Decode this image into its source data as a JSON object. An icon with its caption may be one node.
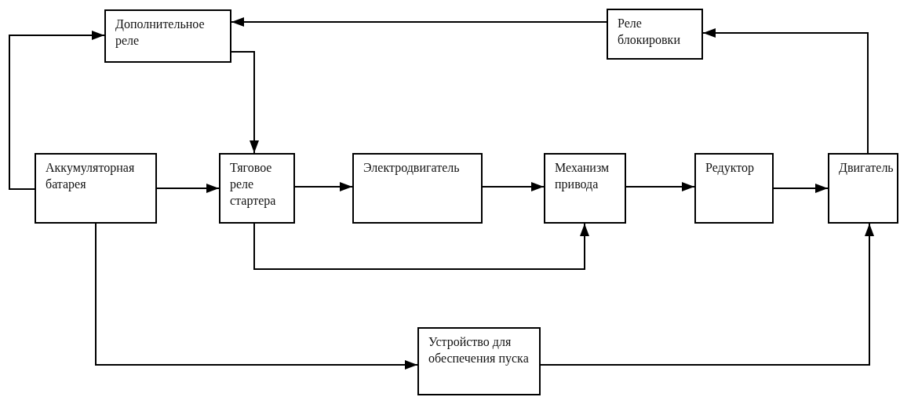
{
  "diagram": {
    "nodes": [
      {
        "text": [
          "Дополнительное реле"
        ]
      },
      {
        "text": [
          "Реле блокировки"
        ]
      },
      {
        "text": [
          "Аккумуляторная батарея"
        ]
      },
      {
        "text": [
          "Тяговое реле стартера"
        ]
      },
      {
        "text": [
          "Электродвигатель"
        ]
      },
      {
        "text": [
          "Механизм привода"
        ]
      },
      {
        "text": [
          "Редуктор"
        ]
      },
      {
        "text": [
          "Двигатель"
        ]
      },
      {
        "text": [
          "Устройство для обеспечения пуска"
        ]
      }
    ],
    "edges": [
      {
        "from": 2,
        "to": 0,
        "arrow": "to"
      },
      {
        "from": 0,
        "to": 3,
        "arrow": "to"
      },
      {
        "from": 1,
        "to": 0,
        "arrow": "to"
      },
      {
        "from": 7,
        "to": 1,
        "arrow": "to"
      },
      {
        "from": 2,
        "to": 3,
        "arrow": "to"
      },
      {
        "from": 3,
        "to": 4,
        "arrow": "to"
      },
      {
        "from": 4,
        "to": 5,
        "arrow": "to"
      },
      {
        "from": 5,
        "to": 6,
        "arrow": "to"
      },
      {
        "from": 6,
        "to": 7,
        "arrow": "to"
      },
      {
        "from": 3,
        "to": 5,
        "arrow": "to"
      },
      {
        "from": 2,
        "to": 8,
        "arrow": "to"
      },
      {
        "from": 8,
        "to": 7,
        "arrow": "to"
      }
    ]
  }
}
